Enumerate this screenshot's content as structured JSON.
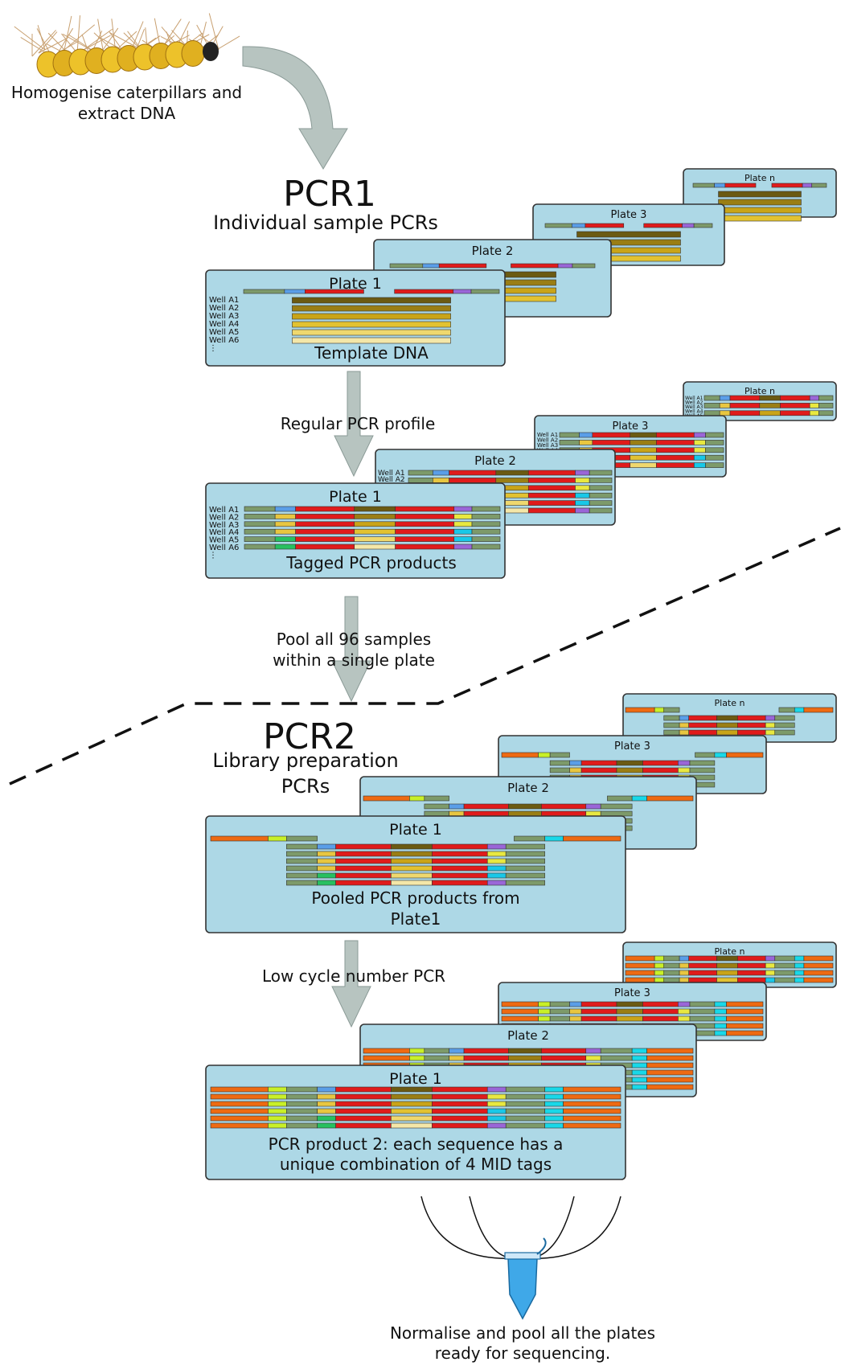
{
  "intro": {
    "line1": "Homogenise caterpillars and",
    "line2": "extract DNA"
  },
  "pcr1": {
    "title": "PCR1",
    "subtitle": "Individual sample PCRs"
  },
  "pcr2": {
    "title": "PCR2",
    "subtitle1": "Library preparation",
    "subtitle2": "PCRs"
  },
  "steps": {
    "regular": "Regular PCR profile",
    "pool1": "Pool all 96 samples",
    "pool2": "within a single plate",
    "low": "Low cycle number PCR"
  },
  "plates": {
    "p1": "Plate 1",
    "p2": "Plate 2",
    "p3": "Plate 3",
    "pn": "Plate n"
  },
  "wells": [
    "Well A1",
    "Well A2",
    "Well A3",
    "Well A4",
    "Well A5",
    "Well A6",
    "⋮"
  ],
  "captions": {
    "template": "Template DNA",
    "tagged": "Tagged PCR products",
    "pooled1": "Pooled PCR products from",
    "pooled2": "Plate1",
    "final1": "PCR product 2: each sequence has a",
    "final2": "unique combination of 4 MID tags"
  },
  "bottom": {
    "line1": "Normalise and pool all the plates",
    "line2": "ready for sequencing."
  },
  "colors": {
    "plate_fill": "#add8e6",
    "arrow": "#b7c4c0",
    "primer_green": "#7d9a6a",
    "red": "#e01b1b",
    "orange": "#ee6a12",
    "dna_shades": [
      "#6b5a12",
      "#9a7e14",
      "#c9a418",
      "#e2c231",
      "#efd86e",
      "#f4e7a8"
    ],
    "tags": [
      "#5a9ee8",
      "#e8c640",
      "#e8c640",
      "#e8c640",
      "#27c060",
      "#27c060"
    ],
    "tags_r": [
      "#9a66d8",
      "#e8e840",
      "#e8e840",
      "#18c8e8",
      "#18c8e8",
      "#9a66d8"
    ],
    "mid_outer_l": "#c8f028",
    "mid_outer_r": "#18d8e8"
  }
}
